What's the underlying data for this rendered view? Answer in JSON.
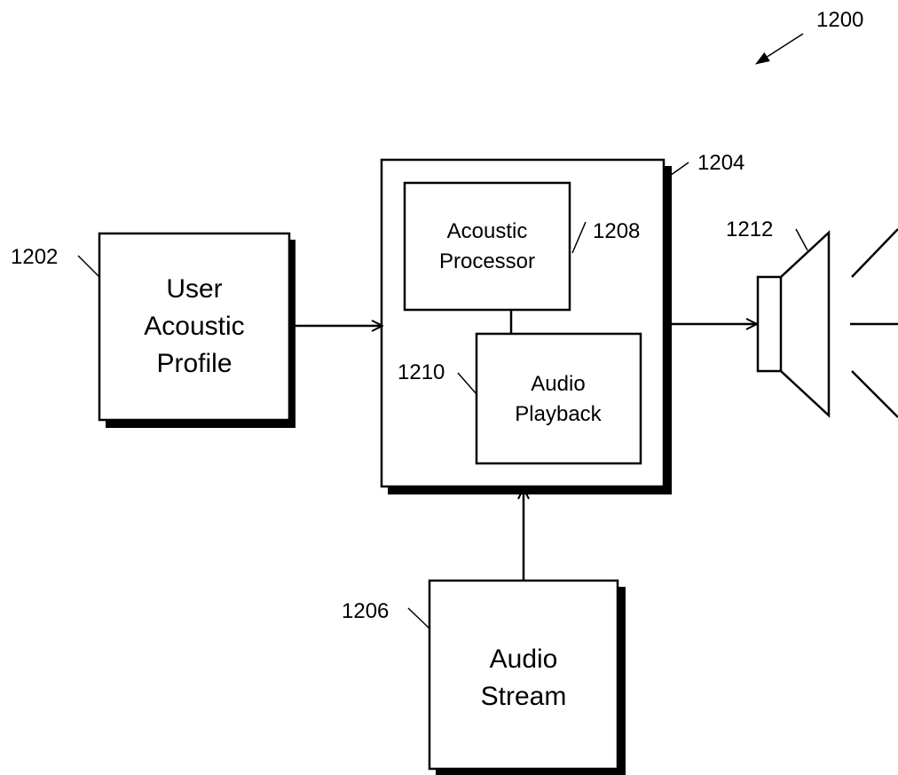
{
  "figure_ref": "1200",
  "blocks": {
    "user_acoustic_profile": {
      "ref": "1202",
      "lines": [
        "User",
        "Acoustic",
        "Profile"
      ]
    },
    "device": {
      "ref": "1204"
    },
    "audio_stream": {
      "ref": "1206",
      "lines": [
        "Audio",
        "Stream"
      ]
    },
    "acoustic_processor": {
      "ref": "1208",
      "lines": [
        "Acoustic",
        "Processor"
      ]
    },
    "audio_playback": {
      "ref": "1210",
      "lines": [
        "Audio",
        "Playback"
      ]
    },
    "speaker": {
      "ref": "1212"
    }
  }
}
